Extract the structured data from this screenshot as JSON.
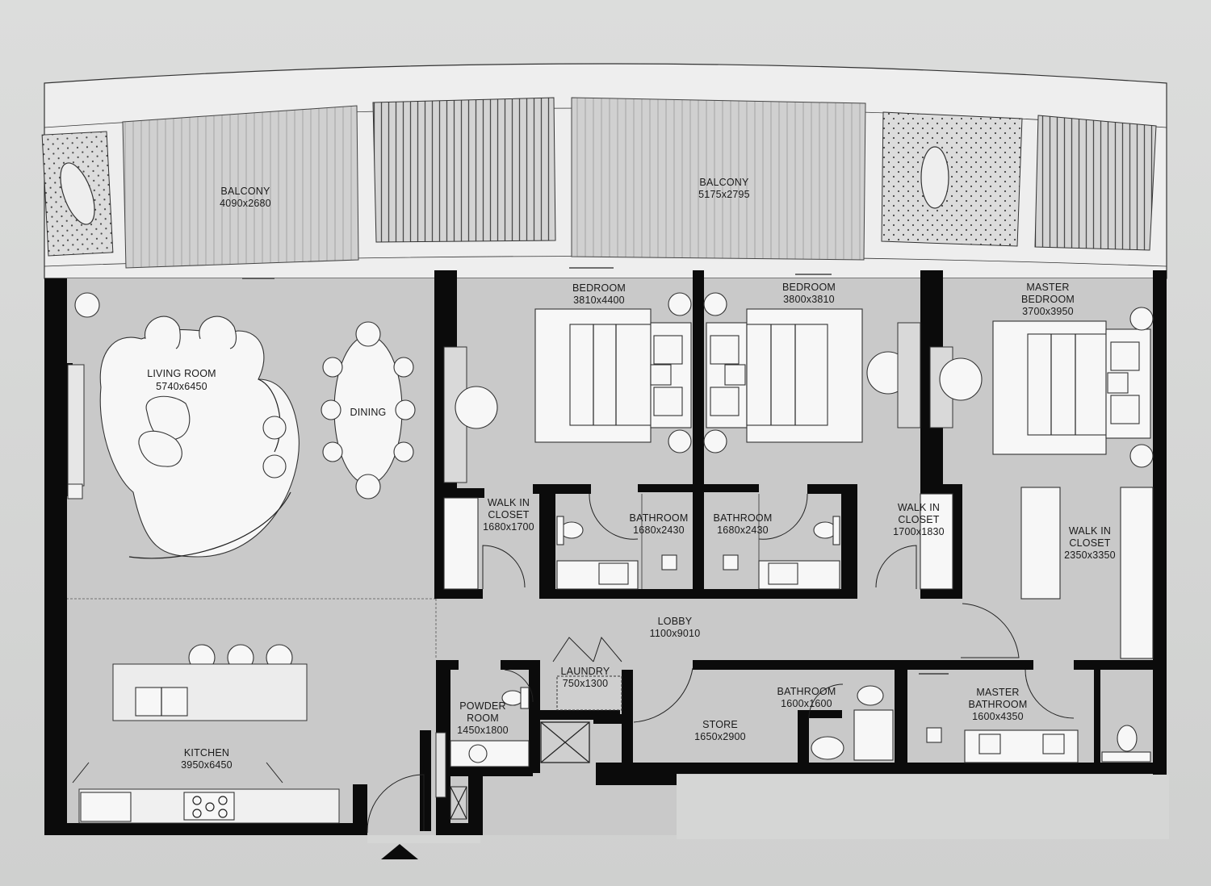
{
  "rooms": {
    "balcony_left": {
      "name": "BALCONY",
      "size": "4090x2680"
    },
    "balcony_right": {
      "name": "BALCONY",
      "size": "5175x2795"
    },
    "bedroom_1": {
      "name": "BEDROOM",
      "size": "3810x4400"
    },
    "bedroom_2": {
      "name": "BEDROOM",
      "size": "3800x3810"
    },
    "master_bedroom": {
      "name_line1": "MASTER",
      "name_line2": "BEDROOM",
      "size": "3700x3950"
    },
    "living_room": {
      "name": "LIVING ROOM",
      "size": "5740x6450"
    },
    "dining": {
      "name": "DINING"
    },
    "walk_in_closet_1": {
      "name_line1": "WALK IN",
      "name_line2": "CLOSET",
      "size": "1680x1700"
    },
    "bathroom_1": {
      "name": "BATHROOM",
      "size": "1680x2430"
    },
    "bathroom_2": {
      "name": "BATHROOM",
      "size": "1680x2430"
    },
    "walk_in_closet_2": {
      "name_line1": "WALK IN",
      "name_line2": "CLOSET",
      "size": "1700x1830"
    },
    "walk_in_closet_3": {
      "name_line1": "WALK IN",
      "name_line2": "CLOSET",
      "size": "2350x3350"
    },
    "lobby": {
      "name": "LOBBY",
      "size": "1100x9010"
    },
    "laundry": {
      "name": "LAUNDRY",
      "size": "750x1300"
    },
    "powder_room": {
      "name_line1": "POWDER",
      "name_line2": "ROOM",
      "size": "1450x1800"
    },
    "store": {
      "name": "STORE",
      "size": "1650x2900"
    },
    "bathroom_3": {
      "name": "BATHROOM",
      "size": "1600x1600"
    },
    "master_bathroom": {
      "name_line1": "MASTER",
      "name_line2": "BATHROOM",
      "size": "1600x4350"
    },
    "kitchen": {
      "name": "KITCHEN",
      "size": "3950x6450"
    }
  },
  "colors": {
    "background": "#d5d6d5",
    "floor": "#c9c9c9",
    "wall": "#0b0b0b",
    "balcony_band": "#eeeeee"
  },
  "icons": {
    "entrance": "entrance-arrow-icon"
  }
}
